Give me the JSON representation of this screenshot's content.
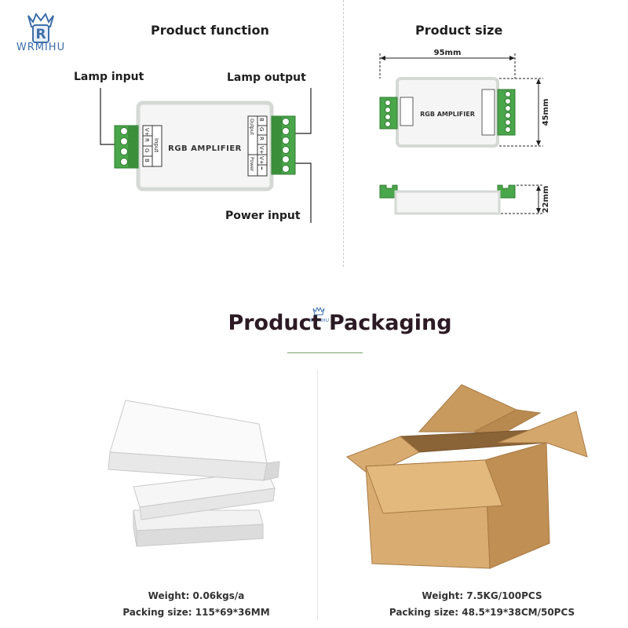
{
  "brand": {
    "logo_text": "WRMIHU",
    "small_logo_text": "WRMIHU",
    "colors": {
      "brand": "#3d6fa8",
      "terminal_green": "#4aa64a",
      "box_outline": "#d8dcd8",
      "arrow_blue": "#3aa0d8"
    }
  },
  "function_panel": {
    "title": "Product function",
    "lamp_input": "Lamp input",
    "lamp_output": "Lamp output",
    "power_input": "Power input",
    "device_label": "RGB AMPLIFIER",
    "input_header": "Input",
    "output_header": "Output",
    "power_header": "Power",
    "pins": [
      "V+",
      "R",
      "G",
      "B"
    ],
    "power_pins": [
      "V+",
      "–"
    ]
  },
  "size_panel": {
    "title": "Product size",
    "length": "95mm",
    "width": "45mm",
    "height": "22mm",
    "device_label": "RGB AMPLIFIER"
  },
  "packaging": {
    "title": "Product Packaging",
    "single": {
      "weight": "Weight: 0.06kgs/a",
      "size": "Packing size: 115*69*36MM"
    },
    "carton": {
      "weight": "Weight: 7.5KG/100PCS",
      "size": "Packing size: 48.5*19*38CM/50PCS"
    }
  }
}
